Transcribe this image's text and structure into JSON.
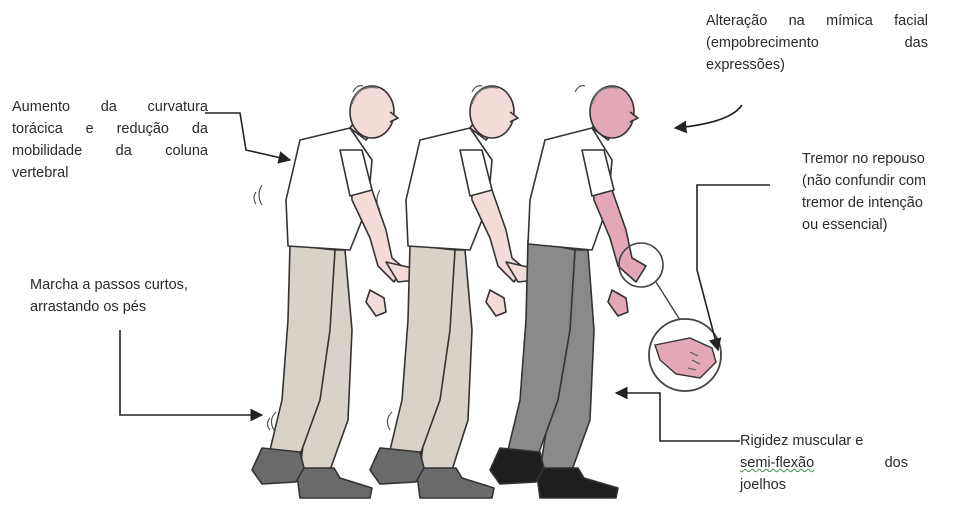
{
  "annotations": {
    "thoracic": {
      "lines": [
        "Aumento da curvatura",
        "torácica e redução da",
        "mobilidade da coluna",
        "vertebral"
      ]
    },
    "gait": {
      "lines": [
        "Marcha a passos curtos,",
        "arrastando os pés"
      ]
    },
    "facial": {
      "lines": [
        "Alteração na mímica facial",
        "(empobrecimento das",
        "expressões)"
      ]
    },
    "tremor": {
      "lines": [
        "Tremor no repouso",
        "(não confundir com",
        "tremor de intenção",
        "ou essencial)"
      ]
    },
    "rigidity": {
      "line1": "Rigidez muscular e",
      "line2_a": "semi-flexão",
      "line2_b": "dos",
      "line3": "joelhos"
    }
  },
  "figures": [
    {
      "name": "figure-1",
      "skin": "#f3dcd8",
      "shirt": "#ffffff",
      "pants": "#d8d2c8",
      "shoes": "#6a6a6a"
    },
    {
      "name": "figure-2",
      "skin": "#f3dcd8",
      "shirt": "#ffffff",
      "pants": "#d8d2c8",
      "shoes": "#6a6a6a"
    },
    {
      "name": "figure-3",
      "skin": "#e3a7b8",
      "shirt": "#ffffff",
      "pants": "#8a8a8a",
      "shoes": "#1e1e1e"
    }
  ],
  "colors": {
    "arrow": "#222222",
    "outline": "#333333",
    "magnifier": "#444444"
  }
}
